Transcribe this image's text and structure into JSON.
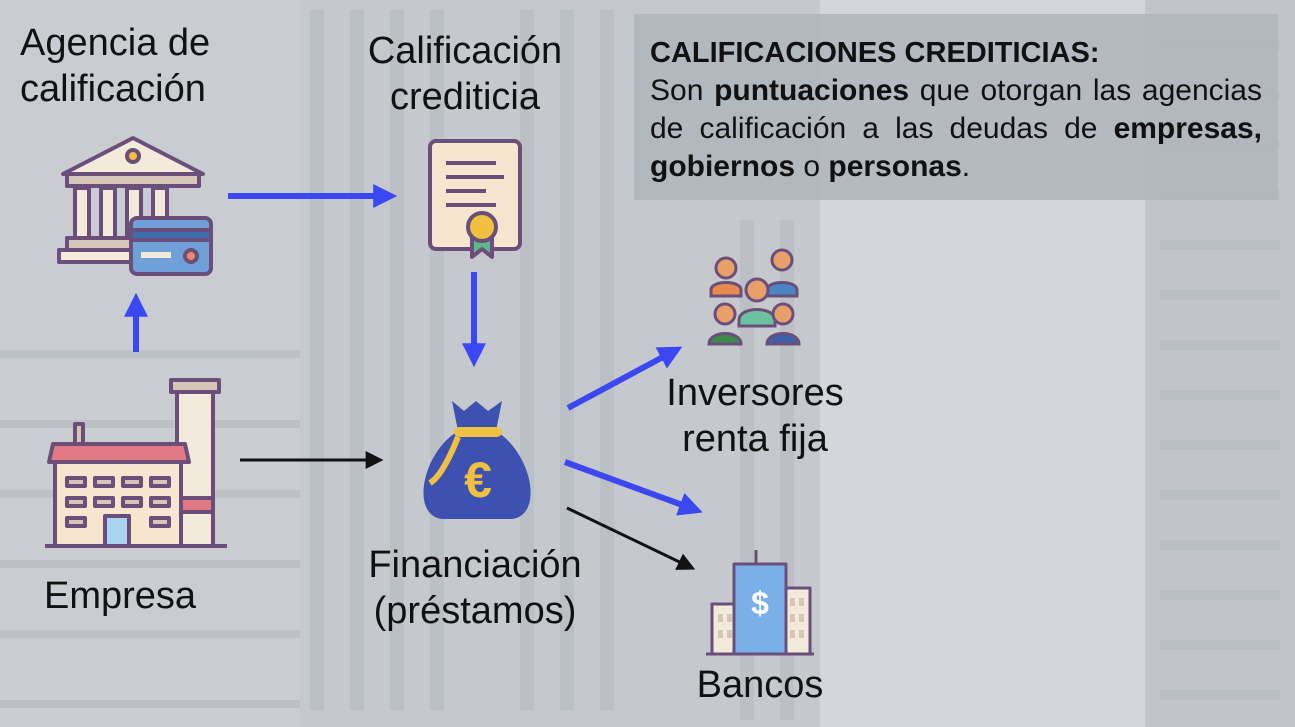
{
  "nodes": {
    "agency": "Agencia de calificación",
    "rating": "Calificación crediticia",
    "company": "Empresa",
    "financing": "Financiación (préstamos)",
    "investors": "Inversores renta fija",
    "banks": "Bancos"
  },
  "info": {
    "title": "CALIFICACIONES CREDITICIAS:",
    "t1": "Son ",
    "b1": "puntuaciones",
    "t2": " que otorgan las agencias de calificación a las deudas de ",
    "b2": "empresas, gobiernos",
    "t3": " o ",
    "b3": "personas",
    "t4": "."
  },
  "bank_symbol": "$",
  "money_symbol": "€",
  "colors": {
    "arrow_blue": "#3b47f0",
    "arrow_black": "#111111",
    "outline": "#6b4f7a",
    "bag": "#3d52b0",
    "gold": "#f0c040"
  }
}
